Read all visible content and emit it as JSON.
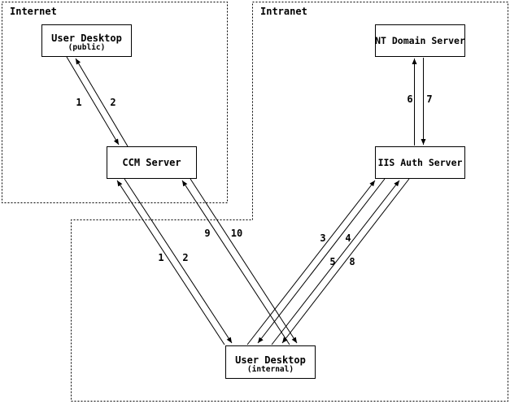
{
  "regions": {
    "internet": {
      "label": "Internet"
    },
    "intranet": {
      "label": "Intranet"
    }
  },
  "nodes": {
    "user_desktop_public": {
      "title": "User Desktop",
      "subtitle": "(public)"
    },
    "nt_domain_server": {
      "title": "NT Domain Server"
    },
    "ccm_server": {
      "title": "CCM Server"
    },
    "iis_auth_server": {
      "title": "IIS Auth Server"
    },
    "user_desktop_internal": {
      "title": "User Desktop",
      "subtitle": "(internal)"
    }
  },
  "arrows": [
    {
      "label": "1",
      "from": "user_desktop_public",
      "to": "ccm_server"
    },
    {
      "label": "2",
      "from": "ccm_server",
      "to": "user_desktop_public"
    },
    {
      "label": "6",
      "from": "iis_auth_server",
      "to": "nt_domain_server"
    },
    {
      "label": "7",
      "from": "nt_domain_server",
      "to": "iis_auth_server"
    },
    {
      "label": "9",
      "from": "user_desktop_internal",
      "to": "ccm_server"
    },
    {
      "label": "10",
      "from": "ccm_server",
      "to": "user_desktop_internal"
    },
    {
      "label": "1",
      "from": "user_desktop_internal",
      "to": "ccm_server"
    },
    {
      "label": "2",
      "from": "ccm_server",
      "to": "user_desktop_internal"
    },
    {
      "label": "3",
      "from": "user_desktop_internal",
      "to": "iis_auth_server"
    },
    {
      "label": "4",
      "from": "iis_auth_server",
      "to": "user_desktop_internal"
    },
    {
      "label": "5",
      "from": "user_desktop_internal",
      "to": "iis_auth_server"
    },
    {
      "label": "8",
      "from": "iis_auth_server",
      "to": "user_desktop_internal"
    }
  ],
  "colors": {
    "line": "#000000",
    "background": "#ffffff"
  }
}
